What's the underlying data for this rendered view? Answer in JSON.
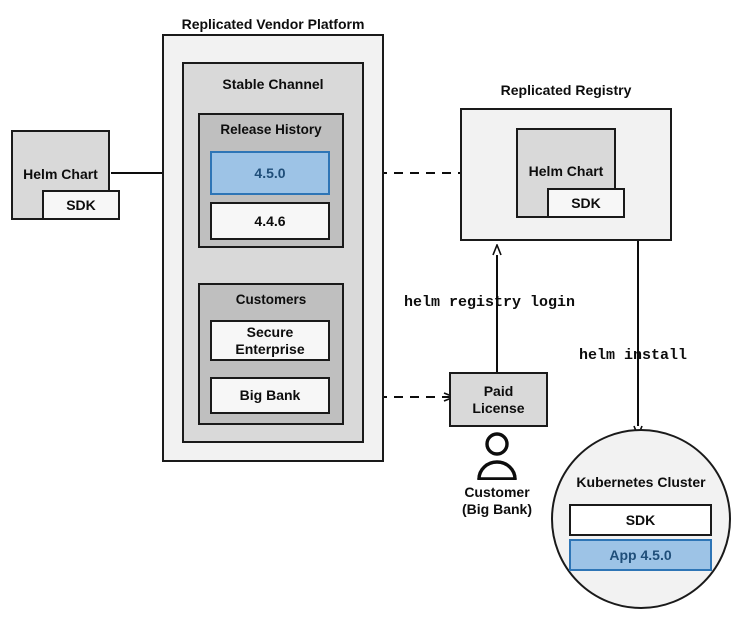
{
  "diagram": {
    "title_vendor_platform": "Replicated Vendor Platform",
    "title_registry": "Replicated Registry",
    "source_chart": {
      "label": "Helm Chart",
      "sdk_label": "SDK"
    },
    "vendor_platform": {
      "channel_label": "Stable Channel",
      "release_history": {
        "label": "Release History",
        "releases": [
          {
            "version": "4.5.0",
            "state": "current",
            "color": "#9dc3e6"
          },
          {
            "version": "4.4.6",
            "state": "previous",
            "color": "#f7f7f7"
          }
        ]
      },
      "customers": {
        "label": "Customers",
        "entries": [
          {
            "name": "Secure\nEnterprise",
            "line1": "Secure",
            "line2": "Enterprise"
          },
          {
            "name": "Big Bank",
            "line1": "Big Bank",
            "line2": ""
          }
        ]
      }
    },
    "registry": {
      "chart_label": "Helm Chart",
      "sdk_label": "SDK"
    },
    "license": {
      "line1": "Paid",
      "line2": "License"
    },
    "customer_actor": {
      "line1": "Customer",
      "line2": "(Big Bank)",
      "icon": "person-icon"
    },
    "cluster": {
      "label": "Kubernetes Cluster",
      "components": [
        {
          "label": "SDK",
          "color": "#ffffff"
        },
        {
          "label": "App 4.5.0",
          "color": "#9dc3e6"
        }
      ]
    },
    "commands": {
      "registry_login": "helm registry login",
      "install": "helm install"
    },
    "colors": {
      "accent_blue_fill": "#9dc3e6",
      "accent_blue_border": "#2e75b6",
      "accent_blue_text": "#1f4e79",
      "platform_fill": "#f2f2f2",
      "channel_fill": "#d9d9d9",
      "section_fill": "#bfbfbf",
      "stroke": "#1a1a1a"
    }
  }
}
